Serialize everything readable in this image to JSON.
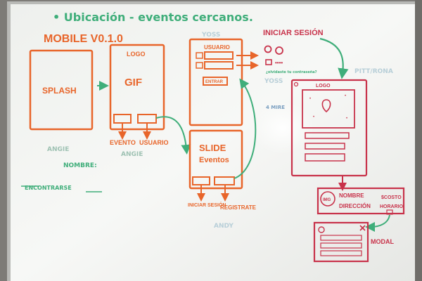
{
  "photo": {
    "title": "• Ubicación - eventos cercanos.",
    "version": "MOBILE V0.1.0",
    "screens": {
      "splash": {
        "label": "SPLASH",
        "author": "ANGIE"
      },
      "gif": {
        "logo": "LOGO",
        "label": "GIF",
        "btn_evento": "EVENTO",
        "btn_usuario": "USUARIO",
        "author": "ANGIE"
      },
      "login": {
        "header": "YOSS",
        "usuario": "USUARIO",
        "iniciar_btn": "ENTRAR",
        "author": "YOSS"
      },
      "slide": {
        "label1": "SLIDE",
        "label2": "Eventos",
        "btn_iniciar": "INICIAR SESIÓN",
        "btn_registrate": "REGISTRATE",
        "author": "ANDY"
      },
      "map": {
        "logo": "LOGO",
        "author": "PITT/RONA"
      },
      "detail": {
        "img": "IMG",
        "nombre": "NOMBRE",
        "direccion": "DIRECCIÓN",
        "costo": "$COSTO",
        "horario": "HORARIO"
      },
      "modal": {
        "label": "MODAL"
      }
    },
    "annotations": {
      "iniciar_sesion": "INICIAR SESIÓN",
      "olvidaste": "¿olvidaste tu contraseña?",
      "nombre": "NOMBRE:",
      "encontrarse": "ENCONTRARSE",
      "cuatro_mire": "4 MIRE"
    }
  },
  "colors": {
    "orange": "#e8652a",
    "green": "#3fae7a",
    "red": "#c8324a",
    "blue": "#7a9fc0",
    "board": "#f4f5f2"
  }
}
